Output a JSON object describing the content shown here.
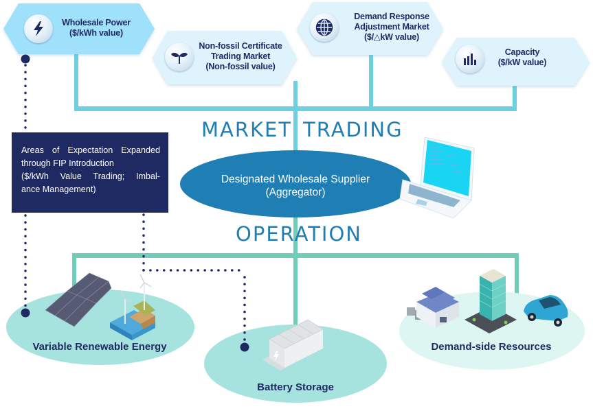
{
  "markets": [
    {
      "id": "wholesale-power",
      "icon": "lightning-bolt-icon",
      "lines": [
        "Wholesale Power",
        "($/kWh value)"
      ]
    },
    {
      "id": "non-fossil",
      "icon": "sprout-icon",
      "lines": [
        "Non-fossil Certificate",
        "Trading Market",
        "(Non-fossil value)"
      ]
    },
    {
      "id": "demand-response",
      "icon": "globe-icon",
      "lines": [
        "Demand Response",
        "Adjustment Market",
        "($/△kW value)"
      ]
    },
    {
      "id": "capacity",
      "icon": "bar-chart-icon",
      "lines": [
        "Capacity",
        "($/kW value)"
      ]
    }
  ],
  "sections": {
    "market_trading_left": "MARKET",
    "market_trading_right": "TRADING",
    "operation": "OPERATION"
  },
  "aggregator": {
    "lines": [
      "Designated Wholesale Supplier",
      "(Aggregator)"
    ],
    "icon": "laptop-icon"
  },
  "fip_box": {
    "lines": [
      "Areas of Expectation Expanded",
      "through FIP Introduction",
      "($/kWh Value Trading; Imbal-",
      "ance Management)"
    ]
  },
  "resources": [
    {
      "id": "vre",
      "label": "Variable Renewable Energy",
      "icons": [
        "solar-panel-icon",
        "wind-turbine-icon"
      ]
    },
    {
      "id": "battery",
      "label": "Battery Storage",
      "icons": [
        "battery-storage-icon"
      ]
    },
    {
      "id": "demand-side",
      "label": "Demand-side Resources",
      "icons": [
        "factory-icon",
        "office-building-icon",
        "electric-car-icon"
      ]
    }
  ],
  "colors": {
    "market_line": "#6ecfe0",
    "operation_line": "#6fcdb9",
    "aggregator": "#1f7eb4",
    "dark_navy": "#1f2a63",
    "hex_primary": "#9fe0fb",
    "hex_secondary": "#def3fc",
    "resource_ellipse": "#a6e3df",
    "demand_ellipse": "#def6f1"
  }
}
